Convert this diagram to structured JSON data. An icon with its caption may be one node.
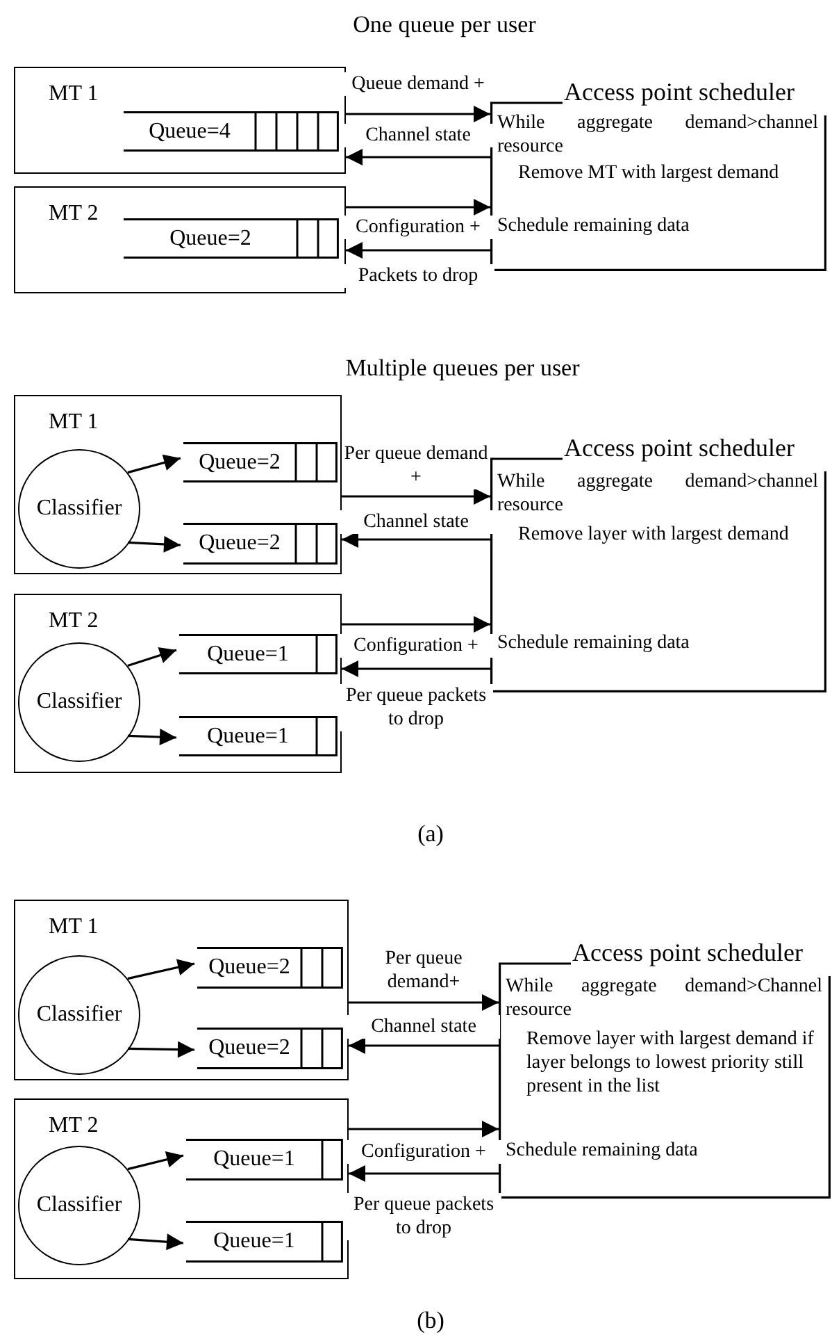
{
  "diagram": {
    "nodes": [
      {
        "text": [
          "MT 1"
        ]
      },
      {
        "text": [
          "Queue=4"
        ],
        "in": 0
      },
      {
        "text": [
          "MT 2"
        ]
      },
      {
        "text": [
          "Queue=2"
        ],
        "in": 2
      },
      {
        "text": [
          "Access point scheduler",
          "While aggregate demand>channel resource",
          "Remove MT with largest demand",
          "Schedule remaining data"
        ]
      },
      {
        "text": [
          "MT 1"
        ]
      },
      {
        "text": [
          "Classifier"
        ],
        "in": 5
      },
      {
        "text": [
          "Queue=2"
        ],
        "in": 5
      },
      {
        "text": [
          "Queue=2"
        ],
        "in": 5
      },
      {
        "text": [
          "MT 2"
        ]
      },
      {
        "text": [
          "Classifier"
        ],
        "in": 9
      },
      {
        "text": [
          "Queue=1"
        ],
        "in": 9
      },
      {
        "text": [
          "Queue=1"
        ],
        "in": 9
      },
      {
        "text": [
          "Access point scheduler",
          "While aggregate demand>channel resource",
          "Remove layer with largest demand",
          "Schedule remaining data"
        ]
      },
      {
        "text": [
          "MT 1"
        ]
      },
      {
        "text": [
          "Classifier"
        ],
        "in": 14
      },
      {
        "text": [
          "Queue=2"
        ],
        "in": 14
      },
      {
        "text": [
          "Queue=2"
        ],
        "in": 14
      },
      {
        "text": [
          "MT 2"
        ]
      },
      {
        "text": [
          "Classifier"
        ],
        "in": 18
      },
      {
        "text": [
          "Queue=1"
        ],
        "in": 18
      },
      {
        "text": [
          "Queue=1"
        ],
        "in": 18
      },
      {
        "text": [
          "Access point scheduler",
          "While aggregate demand>Channel resource",
          "Remove layer with largest demand if layer belongs to lowest priority still present in the list",
          "Schedule remaining data"
        ]
      }
    ],
    "edges": [
      {
        "from": 0,
        "to": 4,
        "arrow": "to",
        "label": "Queue demand +"
      },
      {
        "from": 4,
        "to": 0,
        "arrow": "to",
        "label": "Channel state"
      },
      {
        "from": 2,
        "to": 4,
        "arrow": "to",
        "label": "Configuration +"
      },
      {
        "from": 4,
        "to": 2,
        "arrow": "to",
        "label": "Packets to drop"
      },
      {
        "from": 6,
        "to": 7,
        "arrow": "to"
      },
      {
        "from": 6,
        "to": 8,
        "arrow": "to"
      },
      {
        "from": 10,
        "to": 11,
        "arrow": "to"
      },
      {
        "from": 10,
        "to": 12,
        "arrow": "to"
      },
      {
        "from": 5,
        "to": 13,
        "arrow": "to",
        "label": "Per queue demand +"
      },
      {
        "from": 13,
        "to": 5,
        "arrow": "to",
        "label": "Channel state"
      },
      {
        "from": 9,
        "to": 13,
        "arrow": "to",
        "label": "Configuration +"
      },
      {
        "from": 13,
        "to": 9,
        "arrow": "to",
        "label": "Per queue packets to drop"
      },
      {
        "from": 15,
        "to": 16,
        "arrow": "to"
      },
      {
        "from": 15,
        "to": 17,
        "arrow": "to"
      },
      {
        "from": 19,
        "to": 20,
        "arrow": "to"
      },
      {
        "from": 19,
        "to": 21,
        "arrow": "to"
      },
      {
        "from": 14,
        "to": 22,
        "arrow": "to",
        "label": "Per queue demand+"
      },
      {
        "from": 22,
        "to": 14,
        "arrow": "to",
        "label": "Channel state"
      },
      {
        "from": 18,
        "to": 22,
        "arrow": "to",
        "label": "Configuration +"
      },
      {
        "from": 22,
        "to": 18,
        "arrow": "to",
        "label": "Per queue packets to drop"
      }
    ],
    "labels": [
      "One queue per user",
      "Multiple queues per user",
      "(a)",
      "(b)"
    ]
  }
}
